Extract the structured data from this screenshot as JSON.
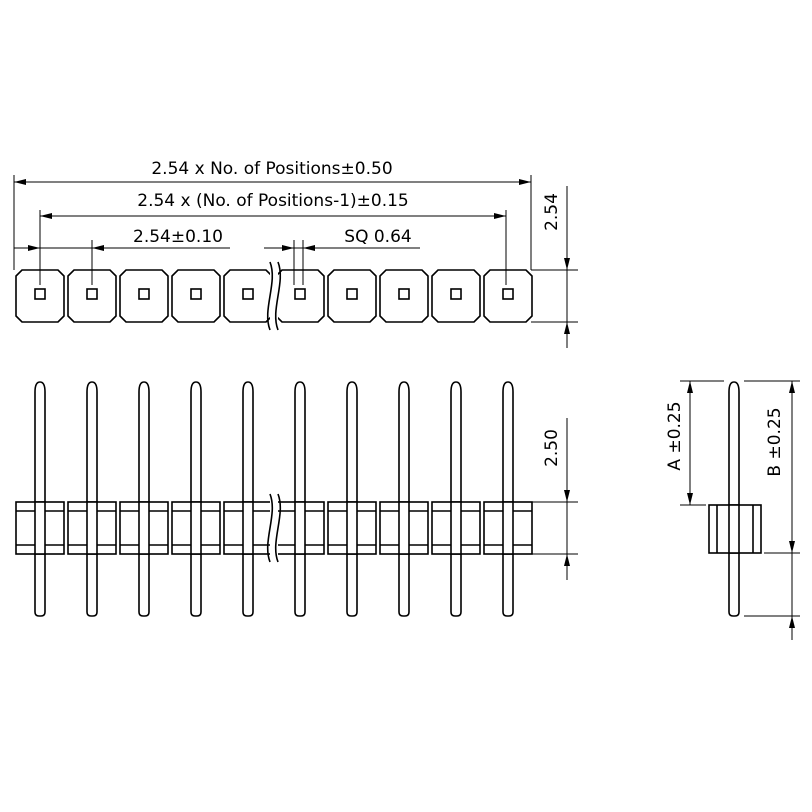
{
  "dimensions": {
    "overall_length": "2.54 x No. of Positions±0.50",
    "pitch_span": "2.54 x (No. of Positions-1)±0.15",
    "pitch": "2.54±0.10",
    "pin_square": "SQ 0.64",
    "body_height": "2.54",
    "body_thickness": "2.50",
    "upper_pin_length": "A ±0.25",
    "lower_pin_length": "B ±0.25"
  },
  "positions_shown": 10,
  "colors": {
    "line": "#000000",
    "background": "#ffffff"
  }
}
